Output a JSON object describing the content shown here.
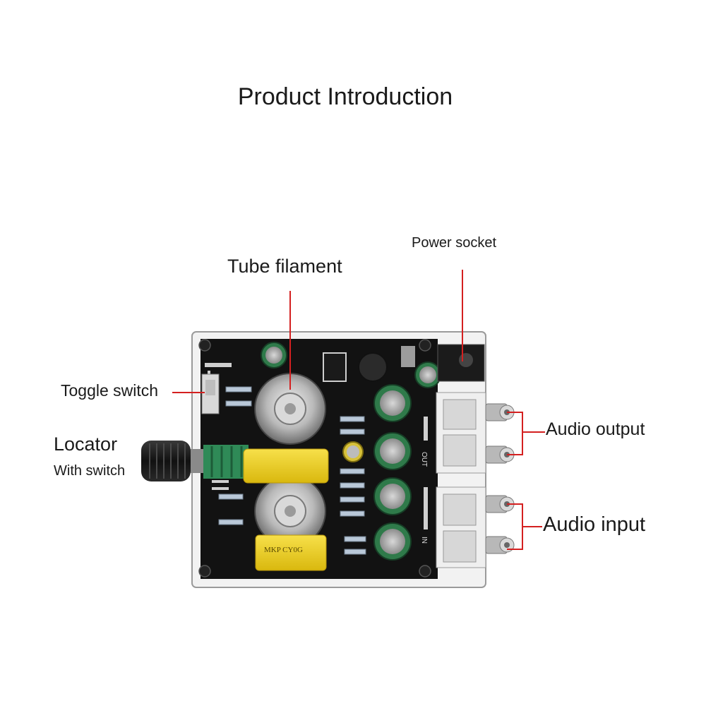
{
  "title": "Product Introduction",
  "labels": {
    "power_socket": "Power socket",
    "tube_filament": "Tube filament",
    "toggle_switch": "Toggle switch",
    "locator": "Locator",
    "with_switch": "With switch",
    "audio_output": "Audio output",
    "audio_input": "Audio input"
  },
  "board_text": {
    "capacitor_top": "MKP CY0G",
    "out_mark": "OUT",
    "in_mark": "IN"
  },
  "colors": {
    "callout_line": "#d42020",
    "pcb": "#121212",
    "capacitor_yellow": "#f2d21c",
    "electrolytic_green": "#2f7a4a"
  }
}
